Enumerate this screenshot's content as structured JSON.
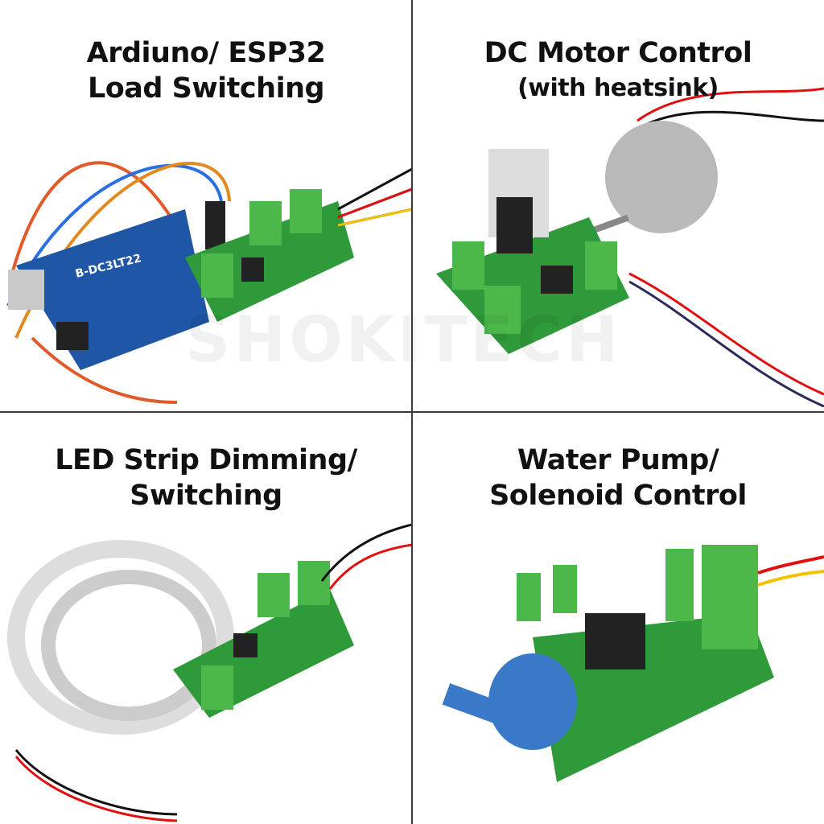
{
  "panels": [
    {
      "line1": "Ardiuno/ ESP32",
      "line2": "Load Switching",
      "board_text": "B-DC3LT22"
    },
    {
      "line1": "DC Motor Control",
      "line2": "(with heatsink)"
    },
    {
      "line1": "LED Strip Dimming/",
      "line2": "Switching"
    },
    {
      "line1": "Water Pump/",
      "line2": "Solenoid Control"
    }
  ],
  "watermark": "SHOKITECH",
  "colors": {
    "pcb": "#2f9a3a",
    "terminal": "#4cb84a",
    "arduino": "#1f56a6",
    "wire_red": "#e01010",
    "wire_black": "#111111",
    "wire_yellow": "#f2c200",
    "pump": "#3a78c8"
  }
}
